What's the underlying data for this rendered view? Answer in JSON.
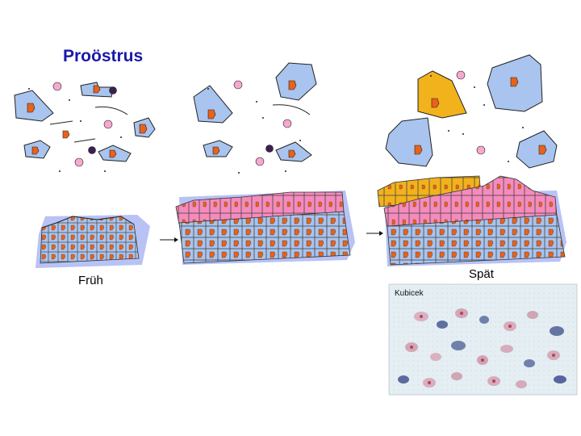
{
  "title": "Proöstrus",
  "stages": {
    "early_label": "Früh",
    "late_label": "Spät"
  },
  "micrograph": {
    "credit": "Kubicek"
  },
  "colors": {
    "title": "#1a1aa8",
    "intermediate_cell": "#a9c4ee",
    "nucleus": "#e8621a",
    "superficial_cell": "#f58bbd",
    "keratinized_cell": "#f2b21c",
    "tissue_background": "#b8c2f5",
    "leukocyte": "#f7a8cf",
    "dark_cell": "#3a2050"
  }
}
